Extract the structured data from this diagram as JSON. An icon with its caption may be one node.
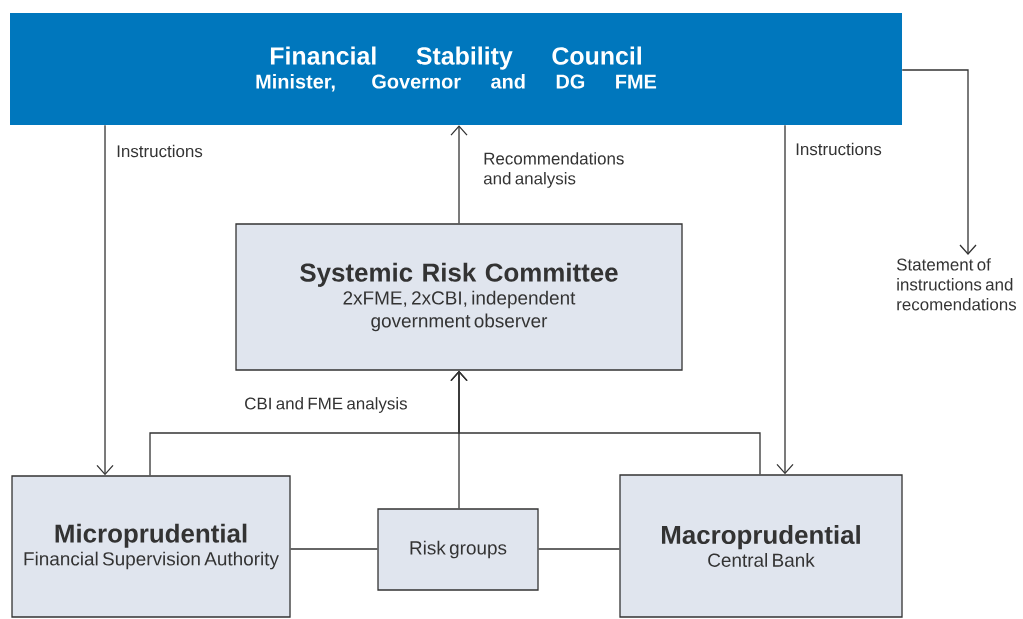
{
  "diagram": {
    "nodes": [
      {
        "text": [
          "Financial Stability Council",
          "Minister, Governor and DG FME"
        ]
      },
      {
        "text": [
          "Systemic Risk Committee",
          "2xFME, 2xCBI, independent government observer"
        ]
      },
      {
        "text": [
          "Microprudential",
          "Financial Supervision Authority"
        ]
      },
      {
        "text": [
          "Risk groups"
        ]
      },
      {
        "text": [
          "Macroprudential",
          "Central Bank"
        ]
      },
      {
        "text": [
          "Statement of instructions and recomendations"
        ]
      }
    ],
    "edges": [
      {
        "from": 0,
        "to": 2,
        "arrow": "to",
        "label": "Instructions"
      },
      {
        "from": 1,
        "to": 0,
        "arrow": "to",
        "label": "Recommendations and analysis"
      },
      {
        "from": 0,
        "to": 4,
        "arrow": "to",
        "label": "Instructions"
      },
      {
        "from": 0,
        "to": 5,
        "arrow": "to"
      },
      {
        "from": 2,
        "to": 1,
        "arrow": "to",
        "label": "CBI and FME analysis"
      },
      {
        "from": 4,
        "to": 1,
        "arrow": "to"
      },
      {
        "from": 3,
        "to": 1,
        "arrow": "to"
      },
      {
        "from": 2,
        "to": 3,
        "arrow": "none"
      },
      {
        "from": 3,
        "to": 4,
        "arrow": "none"
      }
    ]
  }
}
